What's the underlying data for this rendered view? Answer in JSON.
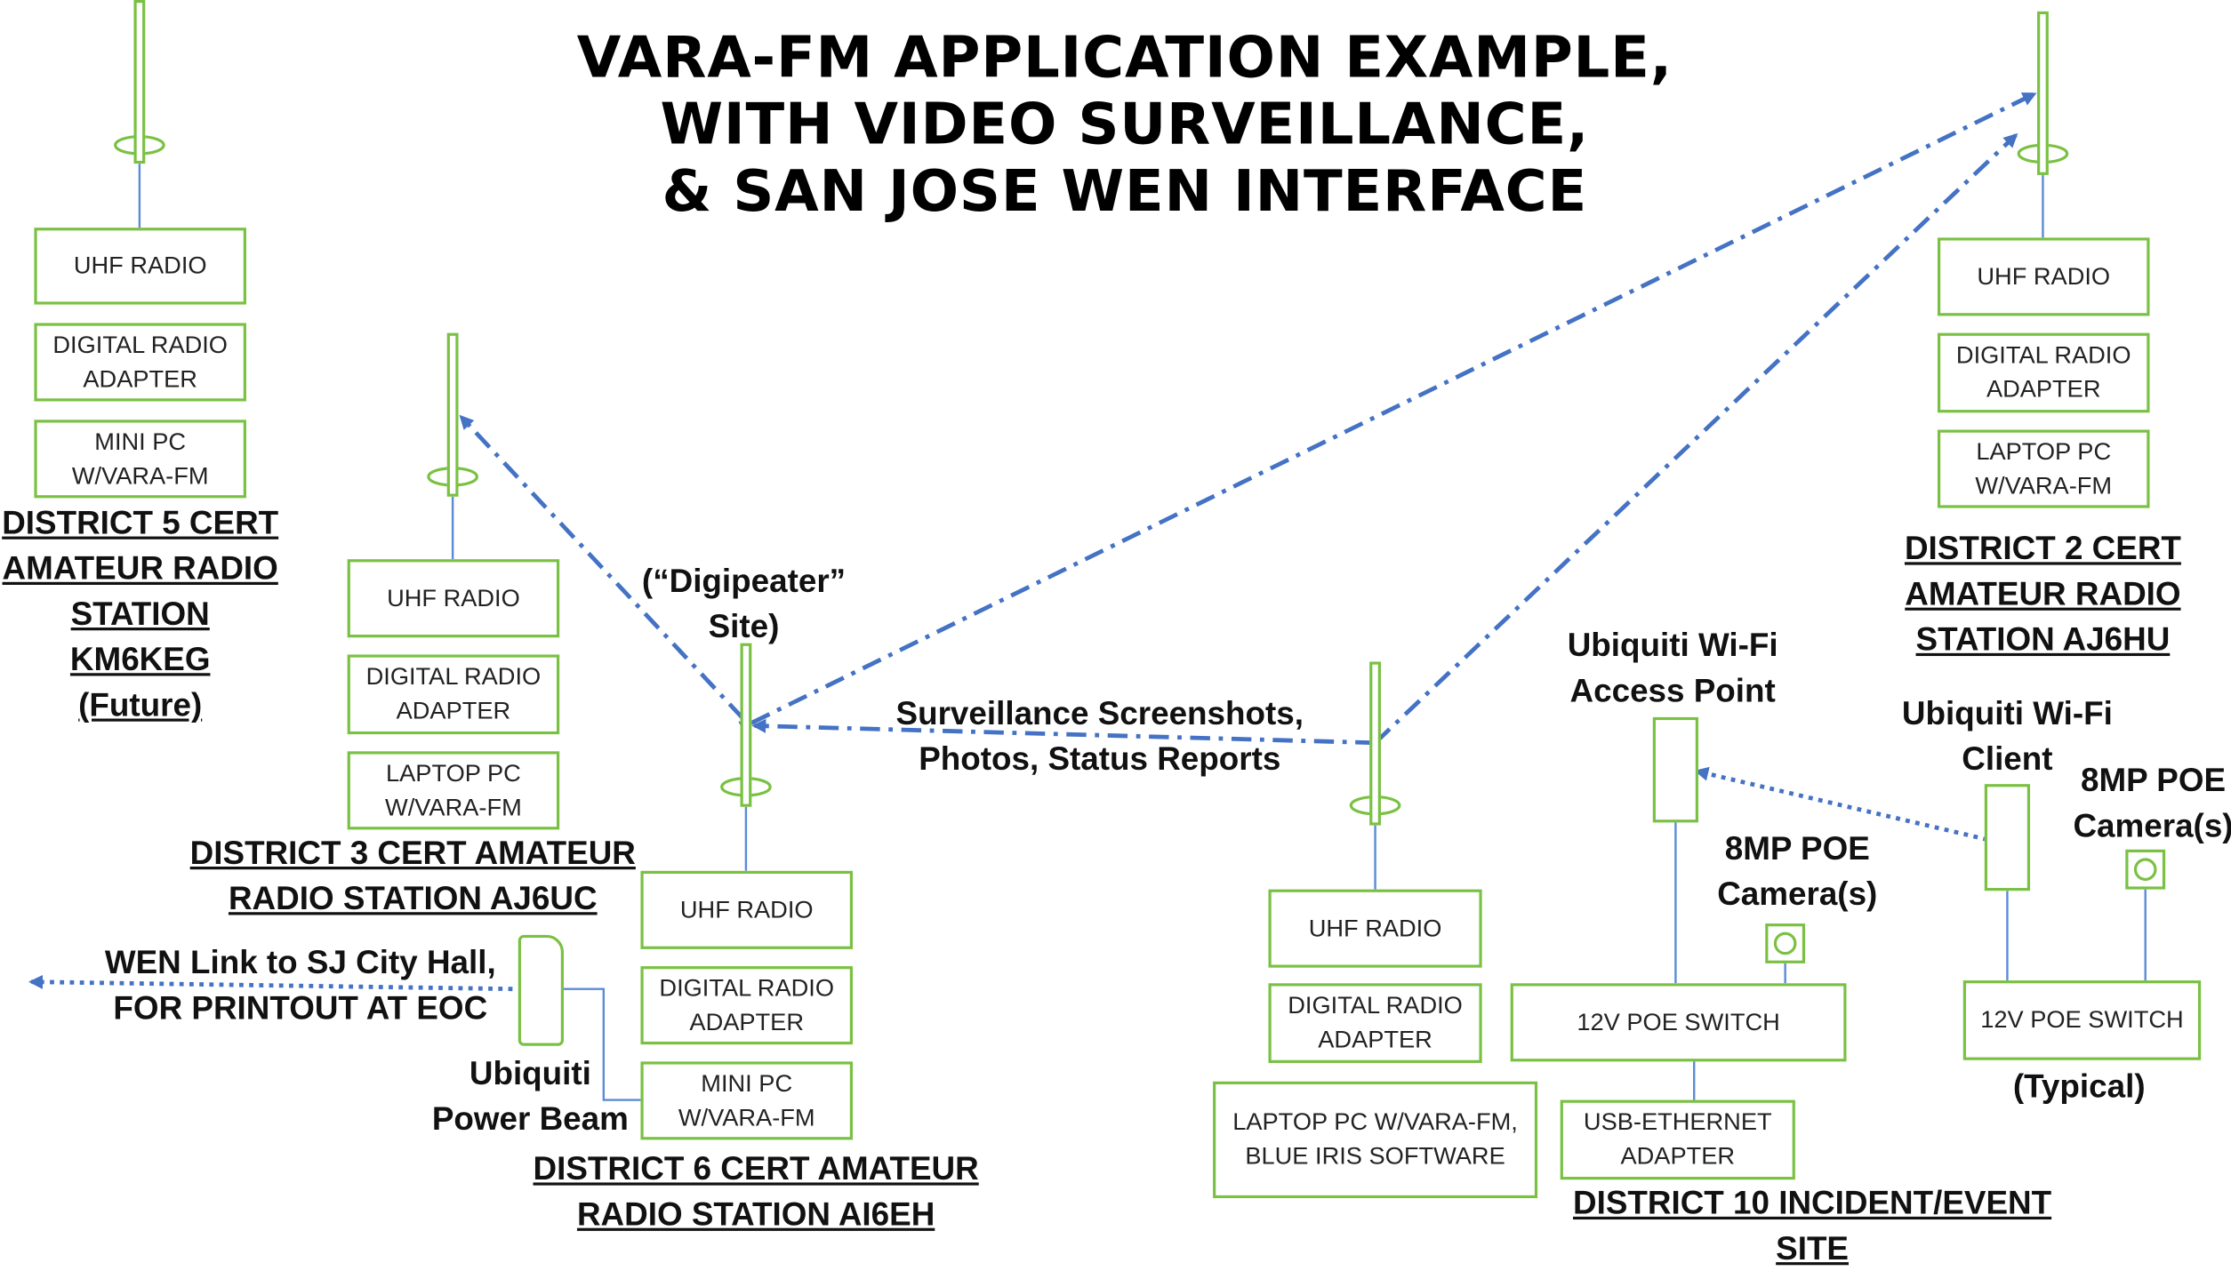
{
  "title": "VARA-FM APPLICATION EXAMPLE,\nWITH VIDEO SURVEILLANCE,\n& SAN JOSE WEN INTERFACE",
  "colors": {
    "box_border": "#7ac143",
    "link": "#4472c4",
    "wire": "#5b8bd6",
    "text": "#111111"
  },
  "stations": {
    "d5": {
      "boxes": [
        "UHF RADIO",
        "DIGITAL RADIO\nADAPTER",
        "MINI PC\nW/VARA-FM"
      ],
      "label": "DISTRICT 5 CERT\nAMATEUR RADIO\nSTATION KM6KEG\n(Future)"
    },
    "d3": {
      "boxes": [
        "UHF RADIO",
        "DIGITAL RADIO\nADAPTER",
        "LAPTOP PC\nW/VARA-FM"
      ],
      "label": "DISTRICT 3 CERT AMATEUR\nRADIO STATION AJ6UC"
    },
    "d6": {
      "boxes": [
        "UHF RADIO",
        "DIGITAL RADIO\nADAPTER",
        "MINI PC\nW/VARA-FM"
      ],
      "label": "DISTRICT 6 CERT AMATEUR\nRADIO STATION AI6EH",
      "site_label": "(“Digipeater”\nSite)"
    },
    "d2": {
      "boxes": [
        "UHF RADIO",
        "DIGITAL RADIO\nADAPTER",
        "LAPTOP PC\nW/VARA-FM"
      ],
      "label": "DISTRICT 2 CERT\nAMATEUR RADIO\nSTATION AJ6HU"
    },
    "d10": {
      "boxes": [
        "UHF RADIO",
        "DIGITAL RADIO\nADAPTER",
        "LAPTOP PC W/VARA-FM,\nBLUE IRIS SOFTWARE"
      ],
      "usb_adapter": "USB-ETHERNET\nADAPTER",
      "poe_switch": "12V POE SWITCH",
      "access_point_label": "Ubiquiti Wi-Fi\nAccess Point",
      "camera_label": "8MP POE\nCamera(s)",
      "label": "DISTRICT 10 INCIDENT/EVENT SITE"
    },
    "remote": {
      "client_label": "Ubiquiti Wi-Fi\nClient",
      "camera_label": "8MP POE\nCamera(s)",
      "poe_switch": "12V POE SWITCH",
      "typical_label": "(Typical)"
    }
  },
  "links": {
    "surveillance_label": "Surveillance Screenshots,\nPhotos, Status Reports",
    "wen_label": "WEN Link to SJ City Hall,\nFOR PRINTOUT AT EOC",
    "powerbeam_label": "Ubiquiti\nPower Beam"
  }
}
